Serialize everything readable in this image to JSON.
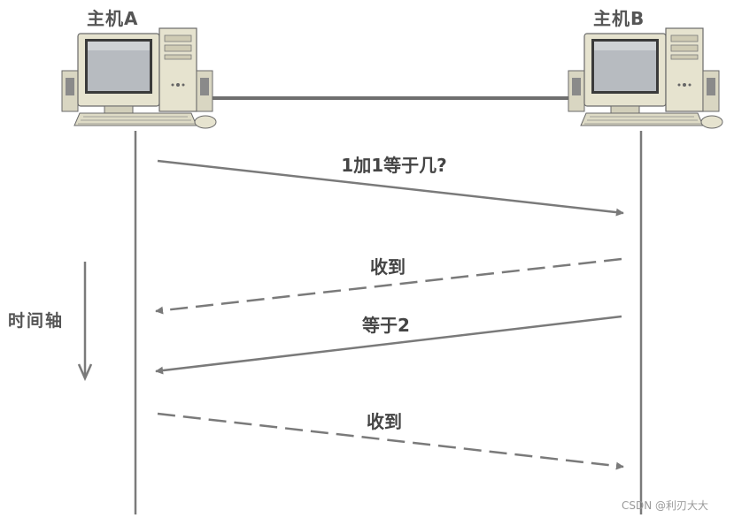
{
  "hosts": {
    "a": {
      "label": "主机A"
    },
    "b": {
      "label": "主机B"
    }
  },
  "timeline": {
    "label": "时间轴"
  },
  "messages": [
    {
      "label": "1加1等于几?",
      "direction": "A→B",
      "style": "solid"
    },
    {
      "label": "收到",
      "direction": "B→A",
      "style": "dashed"
    },
    {
      "label": "等于2",
      "direction": "B→A",
      "style": "solid"
    },
    {
      "label": "收到",
      "direction": "A→B",
      "style": "dashed"
    }
  ],
  "watermark": "CSDN @利刃大大",
  "colors": {
    "line": "#7a7a7a",
    "computer_body": "#e6e3cf",
    "screen": "#9fa3a8",
    "screen_bezel": "#3a3a3a"
  }
}
